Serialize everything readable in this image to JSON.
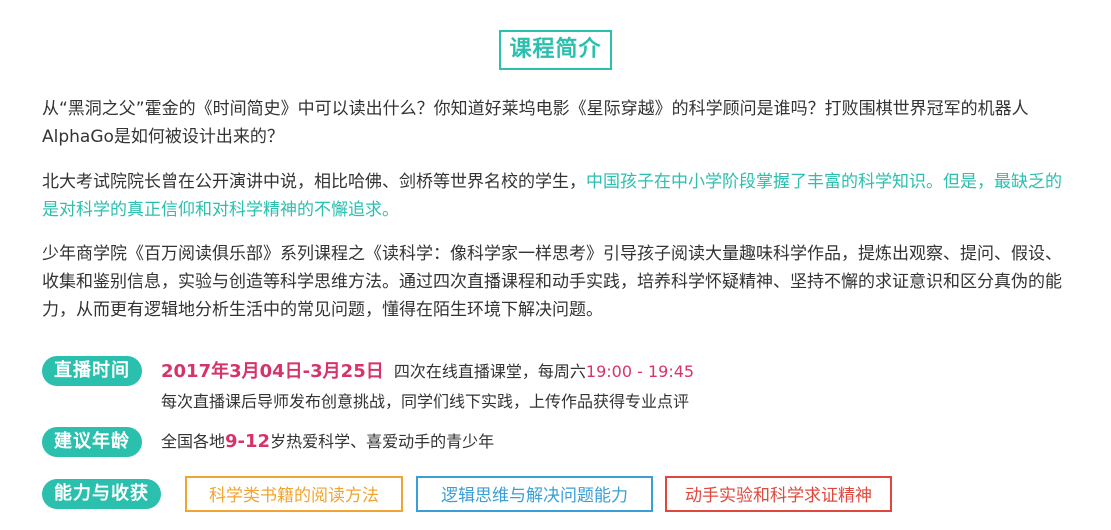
{
  "title": "课程简介",
  "intro": {
    "p1": "从“黑洞之父”霍金的《时间简史》中可以读出什么？你知道好莱坞电影《星际穿越》的科学顾问是谁吗？打败围棋世界冠军的机器人AlphaGo是如何被设计出来的？",
    "p2_plain": "北大考试院院长曾在公开演讲中说，相比哈佛、剑桥等世界名校的学生，",
    "p2_highlight": "中国孩子在中小学阶段掌握了丰富的科学知识。但是，最缺乏的是对科学的真正信仰和对科学精神的不懈追求。",
    "p3": "少年商学院《百万阅读俱乐部》系列课程之《读科学：像科学家一样思考》引导孩子阅读大量趣味科学作品，提炼出观察、提问、假设、收集和鉴别信息，实验与创造等科学思维方法。通过四次直播课程和动手实践，培养科学怀疑精神、坚持不懈的求证意识和区分真伪的能力，从而更有逻辑地分析生活中的常见问题，懂得在陌生环境下解决问题。"
  },
  "schedule": {
    "label": "直播时间",
    "date": "2017年3月04日-3月25日",
    "desc": "四次在线直播课堂，每周六",
    "time": "19:00 - 19:45",
    "note": "每次直播课后导师发布创意挑战，同学们线下实践，上传作品获得专业点评"
  },
  "age": {
    "label": "建议年龄",
    "prefix": "全国各地",
    "range": "9-12",
    "suffix": "岁热爱科学、喜爱动手的青少年"
  },
  "gains": {
    "label": "能力与收获",
    "tags": [
      {
        "text": "科学类书籍的阅读方法",
        "color": "#f0a431"
      },
      {
        "text": "逻辑思维与解决问题能力",
        "color": "#3a9fd6"
      },
      {
        "text": "动手实验和科学求证精神",
        "color": "#e0483e"
      }
    ]
  },
  "colors": {
    "accent": "#2bbfae",
    "highlight_red": "#d6336c"
  }
}
